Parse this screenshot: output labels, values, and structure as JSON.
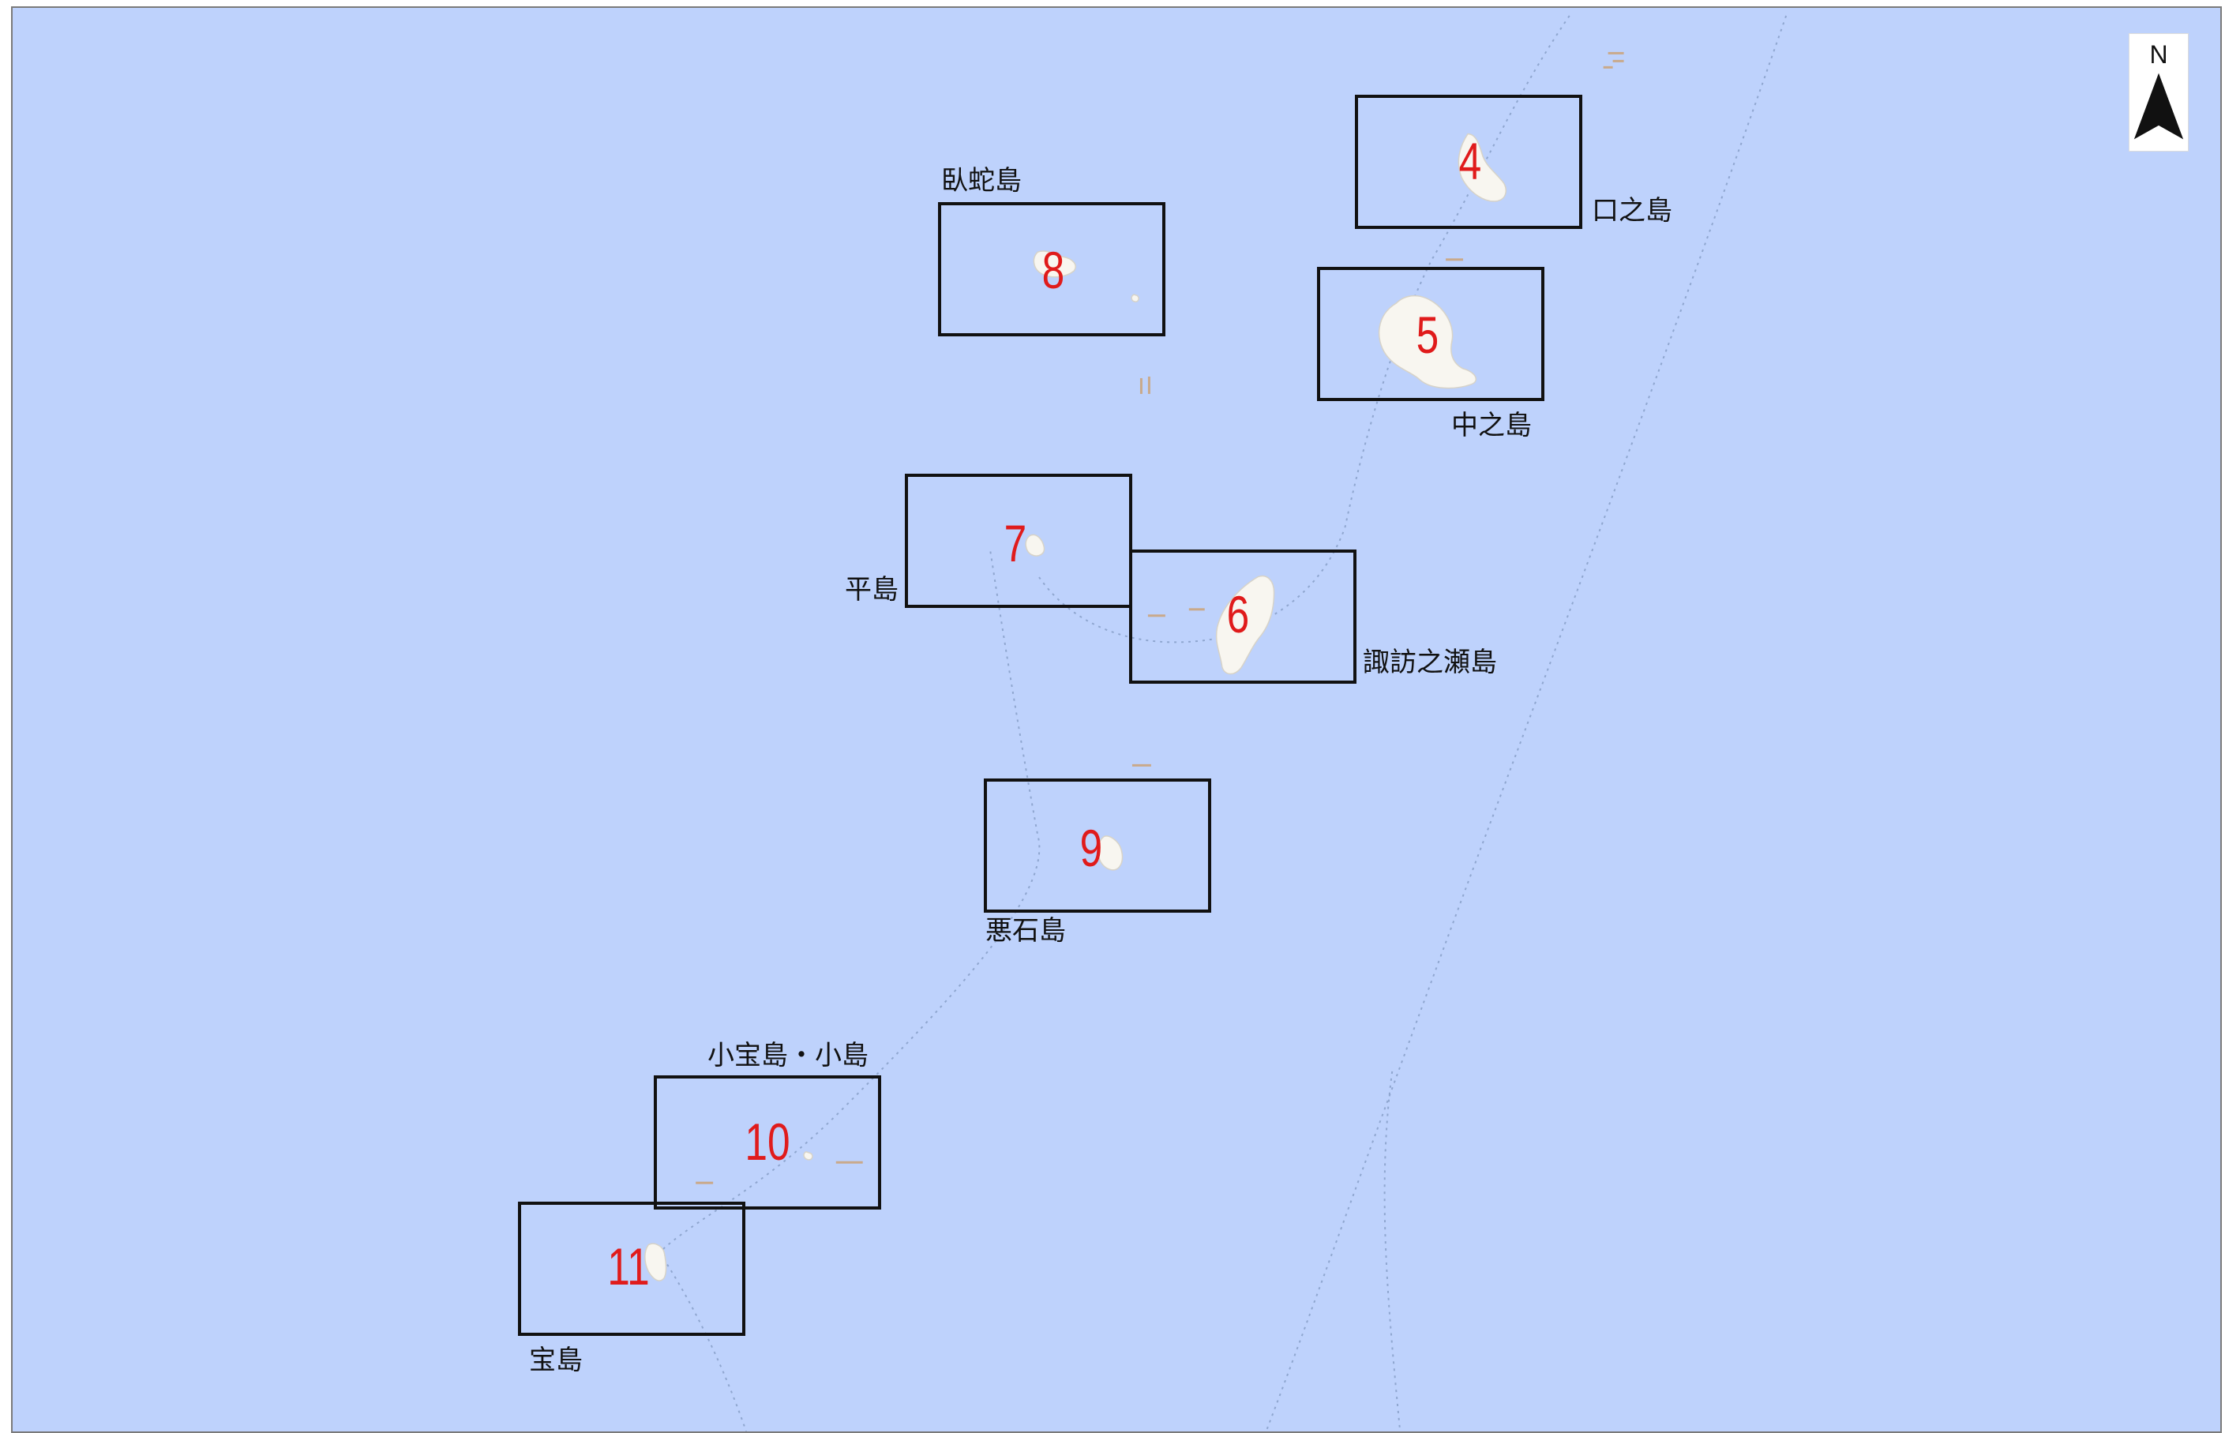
{
  "colors": {
    "sea": "#bed2fc",
    "land": "#f8f6f0",
    "frame": "#111111",
    "number": "#e01b1b",
    "route": "#8fa6cf"
  },
  "north_arrow": {
    "letter": "N",
    "icon": "north-arrow-icon"
  },
  "frames": [
    {
      "id": "4",
      "number": "4",
      "label": "口之島"
    },
    {
      "id": "5",
      "number": "5",
      "label": "中之島"
    },
    {
      "id": "6",
      "number": "6",
      "label": "諏訪之瀬島"
    },
    {
      "id": "7",
      "number": "7",
      "label": "平島"
    },
    {
      "id": "8",
      "number": "8",
      "label": "臥蛇島"
    },
    {
      "id": "9",
      "number": "9",
      "label": "悪石島"
    },
    {
      "id": "10",
      "number": "10",
      "label": "小宝島・小島"
    },
    {
      "id": "11",
      "number": "11",
      "label": "宝島"
    }
  ]
}
